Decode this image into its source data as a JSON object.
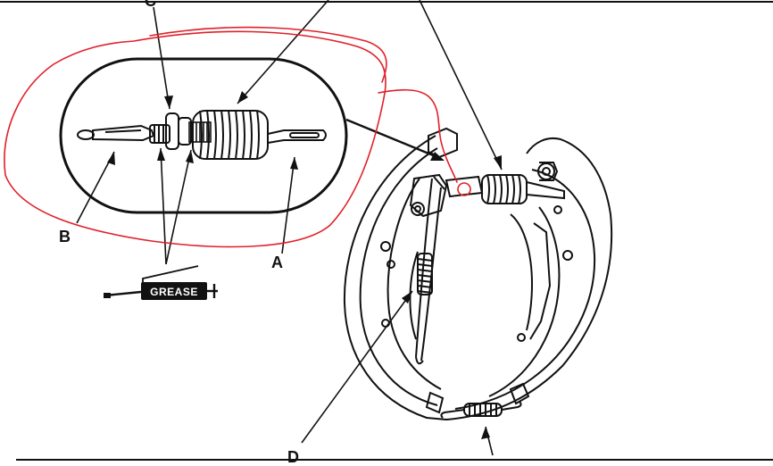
{
  "callouts": {
    "a": "A",
    "b": "B",
    "c": "C",
    "d": "D"
  },
  "grease_label": "GREASE",
  "colors": {
    "ink": "#111111",
    "annotation": "#e0202a",
    "background": "#ffffff"
  }
}
